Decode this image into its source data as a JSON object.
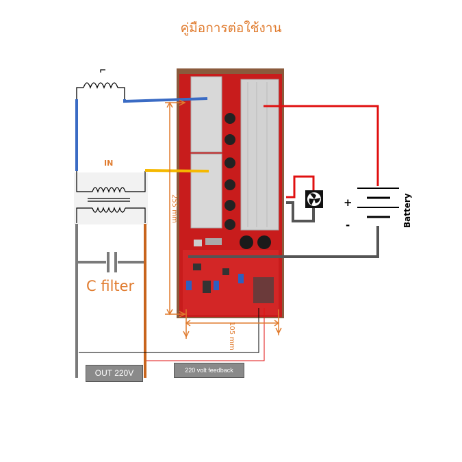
{
  "title": "คู่มือการต่อใช้งาน",
  "labels": {
    "in": "IN",
    "c_filter": "C filter",
    "dim_height": "255 mm",
    "dim_width": "105 mm",
    "plus": "+",
    "minus": "-",
    "battery": "Battery",
    "out": "OUT 220V",
    "feedback": "220 volt feedback"
  },
  "colors": {
    "orange": "#e07b2e",
    "blue": "#3a6bc4",
    "yellow": "#f5b800",
    "red": "#e01010",
    "gray": "#7a7a7a",
    "copper": "#c8641c",
    "pcb": "#d42020",
    "heatsink": "#d9d9d9"
  },
  "icons": [
    "inductor-icon",
    "transformer-icon",
    "capacitor-icon",
    "fan-icon",
    "battery-icon"
  ]
}
